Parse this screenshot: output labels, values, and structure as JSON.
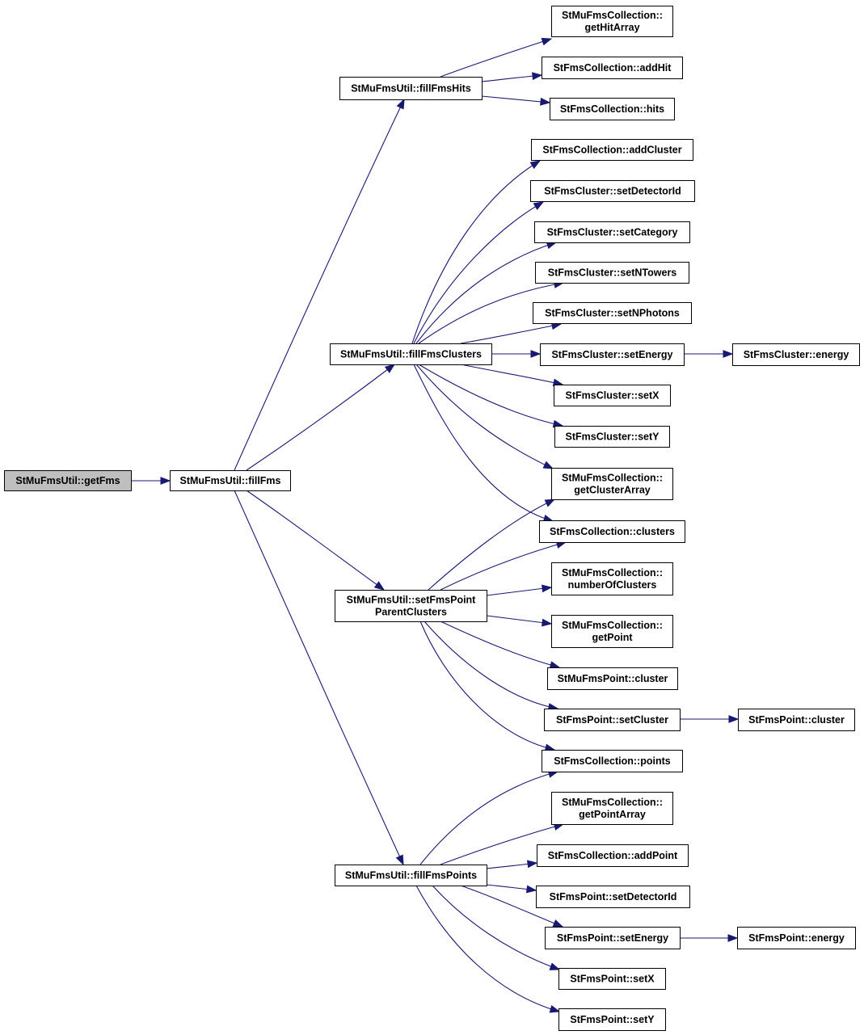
{
  "graph": {
    "root_id": "getFms",
    "nodes": [
      {
        "id": "getFms",
        "lines": [
          "StMuFmsUtil::getFms"
        ]
      },
      {
        "id": "fillFms",
        "lines": [
          "StMuFmsUtil::fillFms"
        ]
      },
      {
        "id": "fillFmsHits",
        "lines": [
          "StMuFmsUtil::fillFmsHits"
        ]
      },
      {
        "id": "fillFmsClusters",
        "lines": [
          "StMuFmsUtil::fillFmsClusters"
        ]
      },
      {
        "id": "setFmsPointParentClusters",
        "lines": [
          "StMuFmsUtil::setFmsPoint",
          "ParentClusters"
        ]
      },
      {
        "id": "fillFmsPoints",
        "lines": [
          "StMuFmsUtil::fillFmsPoints"
        ]
      },
      {
        "id": "getHitArray",
        "lines": [
          "StMuFmsCollection::",
          "getHitArray"
        ]
      },
      {
        "id": "addHit",
        "lines": [
          "StFmsCollection::addHit"
        ]
      },
      {
        "id": "hits",
        "lines": [
          "StFmsCollection::hits"
        ]
      },
      {
        "id": "addCluster",
        "lines": [
          "StFmsCollection::addCluster"
        ]
      },
      {
        "id": "setDetectorIdC",
        "lines": [
          "StFmsCluster::setDetectorId"
        ]
      },
      {
        "id": "setCategory",
        "lines": [
          "StFmsCluster::setCategory"
        ]
      },
      {
        "id": "setNTowers",
        "lines": [
          "StFmsCluster::setNTowers"
        ]
      },
      {
        "id": "setNPhotons",
        "lines": [
          "StFmsCluster::setNPhotons"
        ]
      },
      {
        "id": "setEnergyC",
        "lines": [
          "StFmsCluster::setEnergy"
        ]
      },
      {
        "id": "energyC",
        "lines": [
          "StFmsCluster::energy"
        ]
      },
      {
        "id": "setXC",
        "lines": [
          "StFmsCluster::setX"
        ]
      },
      {
        "id": "setYC",
        "lines": [
          "StFmsCluster::setY"
        ]
      },
      {
        "id": "getClusterArray",
        "lines": [
          "StMuFmsCollection::",
          "getClusterArray"
        ]
      },
      {
        "id": "clusters",
        "lines": [
          "StFmsCollection::clusters"
        ]
      },
      {
        "id": "numberOfClusters",
        "lines": [
          "StMuFmsCollection::",
          "numberOfClusters"
        ]
      },
      {
        "id": "getPoint",
        "lines": [
          "StMuFmsCollection::",
          "getPoint"
        ]
      },
      {
        "id": "muPointCluster",
        "lines": [
          "StMuFmsPoint::cluster"
        ]
      },
      {
        "id": "setCluster",
        "lines": [
          "StFmsPoint::setCluster"
        ]
      },
      {
        "id": "pointCluster",
        "lines": [
          "StFmsPoint::cluster"
        ]
      },
      {
        "id": "points",
        "lines": [
          "StFmsCollection::points"
        ]
      },
      {
        "id": "getPointArray",
        "lines": [
          "StMuFmsCollection::",
          "getPointArray"
        ]
      },
      {
        "id": "addPoint",
        "lines": [
          "StFmsCollection::addPoint"
        ]
      },
      {
        "id": "setDetectorIdP",
        "lines": [
          "StFmsPoint::setDetectorId"
        ]
      },
      {
        "id": "setEnergyP",
        "lines": [
          "StFmsPoint::setEnergy"
        ]
      },
      {
        "id": "energyP",
        "lines": [
          "StFmsPoint::energy"
        ]
      },
      {
        "id": "setXP",
        "lines": [
          "StFmsPoint::setX"
        ]
      },
      {
        "id": "setYP",
        "lines": [
          "StFmsPoint::setY"
        ]
      }
    ],
    "edges": [
      {
        "from": "getFms",
        "to": "fillFms"
      },
      {
        "from": "fillFms",
        "to": "fillFmsHits"
      },
      {
        "from": "fillFms",
        "to": "fillFmsClusters"
      },
      {
        "from": "fillFms",
        "to": "setFmsPointParentClusters"
      },
      {
        "from": "fillFms",
        "to": "fillFmsPoints"
      },
      {
        "from": "fillFmsHits",
        "to": "getHitArray"
      },
      {
        "from": "fillFmsHits",
        "to": "addHit"
      },
      {
        "from": "fillFmsHits",
        "to": "hits"
      },
      {
        "from": "fillFmsClusters",
        "to": "addCluster"
      },
      {
        "from": "fillFmsClusters",
        "to": "setDetectorIdC"
      },
      {
        "from": "fillFmsClusters",
        "to": "setCategory"
      },
      {
        "from": "fillFmsClusters",
        "to": "setNTowers"
      },
      {
        "from": "fillFmsClusters",
        "to": "setNPhotons"
      },
      {
        "from": "fillFmsClusters",
        "to": "setEnergyC"
      },
      {
        "from": "fillFmsClusters",
        "to": "setXC"
      },
      {
        "from": "fillFmsClusters",
        "to": "setYC"
      },
      {
        "from": "fillFmsClusters",
        "to": "getClusterArray"
      },
      {
        "from": "fillFmsClusters",
        "to": "clusters"
      },
      {
        "from": "setEnergyC",
        "to": "energyC"
      },
      {
        "from": "setFmsPointParentClusters",
        "to": "getClusterArray"
      },
      {
        "from": "setFmsPointParentClusters",
        "to": "clusters"
      },
      {
        "from": "setFmsPointParentClusters",
        "to": "numberOfClusters"
      },
      {
        "from": "setFmsPointParentClusters",
        "to": "getPoint"
      },
      {
        "from": "setFmsPointParentClusters",
        "to": "muPointCluster"
      },
      {
        "from": "setFmsPointParentClusters",
        "to": "setCluster"
      },
      {
        "from": "setFmsPointParentClusters",
        "to": "points"
      },
      {
        "from": "setCluster",
        "to": "pointCluster"
      },
      {
        "from": "fillFmsPoints",
        "to": "points"
      },
      {
        "from": "fillFmsPoints",
        "to": "getPointArray"
      },
      {
        "from": "fillFmsPoints",
        "to": "addPoint"
      },
      {
        "from": "fillFmsPoints",
        "to": "setDetectorIdP"
      },
      {
        "from": "fillFmsPoints",
        "to": "setEnergyP"
      },
      {
        "from": "fillFmsPoints",
        "to": "setXP"
      },
      {
        "from": "fillFmsPoints",
        "to": "setYP"
      },
      {
        "from": "setEnergyP",
        "to": "energyP"
      }
    ]
  }
}
